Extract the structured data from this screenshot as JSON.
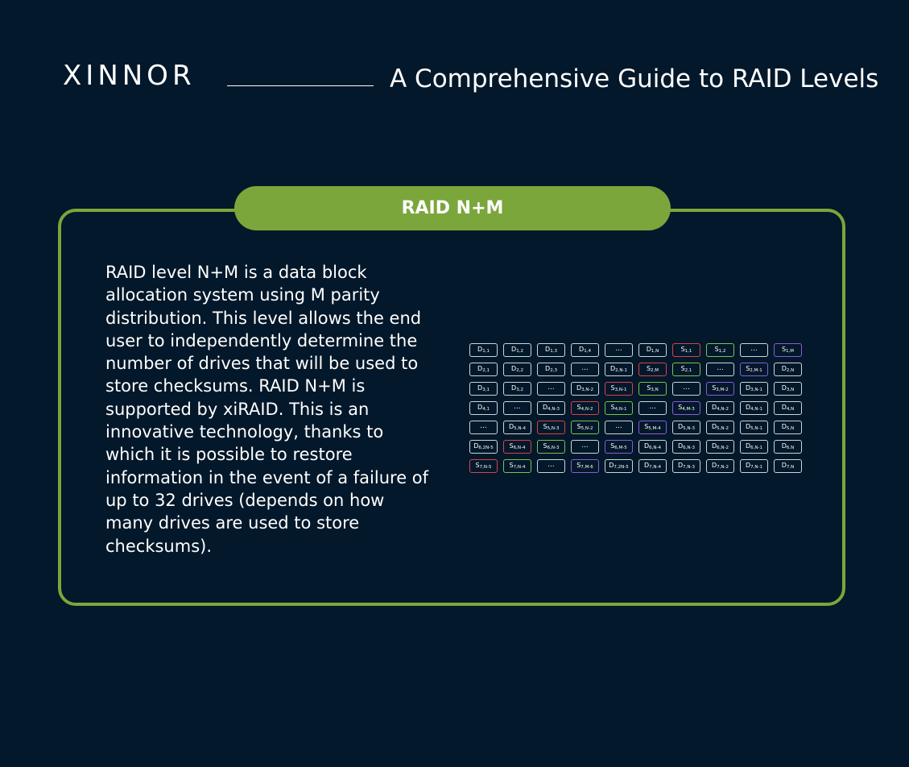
{
  "header": {
    "logo_text": "XINNOR",
    "subtitle": "A Comprehensive Guide to RAID Levels"
  },
  "section": {
    "title": "RAID N+M",
    "description": "RAID level N+M is a data block allocation system using M parity distribution. This level allows the end user to independently determine the number of drives that will be used to store checksums. RAID N+M is supported by xiRAID. This is an innovative technology, thanks to which it is possible to restore information in the event of a failure of up to 32 drives (depends on how many drives are used to store checksums)."
  },
  "colors": {
    "background": "#03182a",
    "accent": "#7aa63c",
    "data_block": "#c9d6de",
    "parity_red": "#d7434d",
    "parity_green": "#7fc14e",
    "parity_purple": "#8a5dd9"
  },
  "diagram": {
    "rows": [
      [
        {
          "l": "D",
          "s": "1,1"
        },
        {
          "l": "D",
          "s": "1,2"
        },
        {
          "l": "D",
          "s": "1,3"
        },
        {
          "l": "D",
          "s": "1,4"
        },
        {
          "l": "...",
          "s": "",
          "c": "dots"
        },
        {
          "l": "D",
          "s": "1,N"
        },
        {
          "l": "S",
          "s": "1,1",
          "c": "red"
        },
        {
          "l": "S",
          "s": "1,2",
          "c": "green"
        },
        {
          "l": "...",
          "s": "",
          "c": "dots"
        },
        {
          "l": "S",
          "s": "1,M",
          "c": "purple"
        }
      ],
      [
        {
          "l": "D",
          "s": "2,1"
        },
        {
          "l": "D",
          "s": "2,2"
        },
        {
          "l": "D",
          "s": "2,3"
        },
        {
          "l": "...",
          "s": "",
          "c": "dots"
        },
        {
          "l": "D",
          "s": "2,N-1"
        },
        {
          "l": "S",
          "s": "2,M",
          "c": "red"
        },
        {
          "l": "S",
          "s": "2,1",
          "c": "green"
        },
        {
          "l": "...",
          "s": "",
          "c": "dots"
        },
        {
          "l": "S",
          "s": "2,M-1",
          "c": "purple"
        },
        {
          "l": "D",
          "s": "2,N"
        }
      ],
      [
        {
          "l": "D",
          "s": "3,1"
        },
        {
          "l": "D",
          "s": "3,2"
        },
        {
          "l": "...",
          "s": "",
          "c": "dots"
        },
        {
          "l": "D",
          "s": "3,N-2"
        },
        {
          "l": "S",
          "s": "3,N-1",
          "c": "red"
        },
        {
          "l": "S",
          "s": "3,N",
          "c": "green"
        },
        {
          "l": "...",
          "s": "",
          "c": "dots"
        },
        {
          "l": "S",
          "s": "3,M-2",
          "c": "purple"
        },
        {
          "l": "D",
          "s": "3,N-1"
        },
        {
          "l": "D",
          "s": "3,N"
        }
      ],
      [
        {
          "l": "D",
          "s": "4,1"
        },
        {
          "l": "...",
          "s": "",
          "c": "dots"
        },
        {
          "l": "D",
          "s": "4,N-3"
        },
        {
          "l": "S",
          "s": "4,N-2",
          "c": "red"
        },
        {
          "l": "S",
          "s": "4,N-1",
          "c": "green"
        },
        {
          "l": "...",
          "s": "",
          "c": "dots"
        },
        {
          "l": "S",
          "s": "4,M-3",
          "c": "purple"
        },
        {
          "l": "D",
          "s": "4,N-2"
        },
        {
          "l": "D",
          "s": "4,N-1"
        },
        {
          "l": "D",
          "s": "4,N"
        }
      ],
      [
        {
          "l": "...",
          "s": "",
          "c": "dots"
        },
        {
          "l": "D",
          "s": "5,N-4"
        },
        {
          "l": "S",
          "s": "5,N-3",
          "c": "red"
        },
        {
          "l": "S",
          "s": "5,N-2",
          "c": "green"
        },
        {
          "l": "...",
          "s": "",
          "c": "dots"
        },
        {
          "l": "S",
          "s": "5,M-4",
          "c": "purple"
        },
        {
          "l": "D",
          "s": "5,N-3"
        },
        {
          "l": "D",
          "s": "5,N-2"
        },
        {
          "l": "D",
          "s": "5,N-1"
        },
        {
          "l": "D",
          "s": "5,N"
        }
      ],
      [
        {
          "l": "D",
          "s": "6,2N-5"
        },
        {
          "l": "S",
          "s": "6,N-4",
          "c": "red"
        },
        {
          "l": "S",
          "s": "6,N-3",
          "c": "green"
        },
        {
          "l": "...",
          "s": "",
          "c": "dots"
        },
        {
          "l": "S",
          "s": "6,M-5",
          "c": "purple"
        },
        {
          "l": "D",
          "s": "6,N-4"
        },
        {
          "l": "D",
          "s": "6,N-3"
        },
        {
          "l": "D",
          "s": "6,N-2"
        },
        {
          "l": "D",
          "s": "6,N-1"
        },
        {
          "l": "D",
          "s": "6,N"
        }
      ],
      [
        {
          "l": "S",
          "s": "7,N-5",
          "c": "red"
        },
        {
          "l": "S",
          "s": "7,N-4",
          "c": "green"
        },
        {
          "l": "...",
          "s": "",
          "c": "dots"
        },
        {
          "l": "S",
          "s": "7,M-6",
          "c": "purple"
        },
        {
          "l": "D",
          "s": "7,2N-5"
        },
        {
          "l": "D",
          "s": "7,N-4"
        },
        {
          "l": "D",
          "s": "7,N-3"
        },
        {
          "l": "D",
          "s": "7,N-2"
        },
        {
          "l": "D",
          "s": "7,N-1"
        },
        {
          "l": "D",
          "s": "7,N"
        }
      ]
    ]
  }
}
